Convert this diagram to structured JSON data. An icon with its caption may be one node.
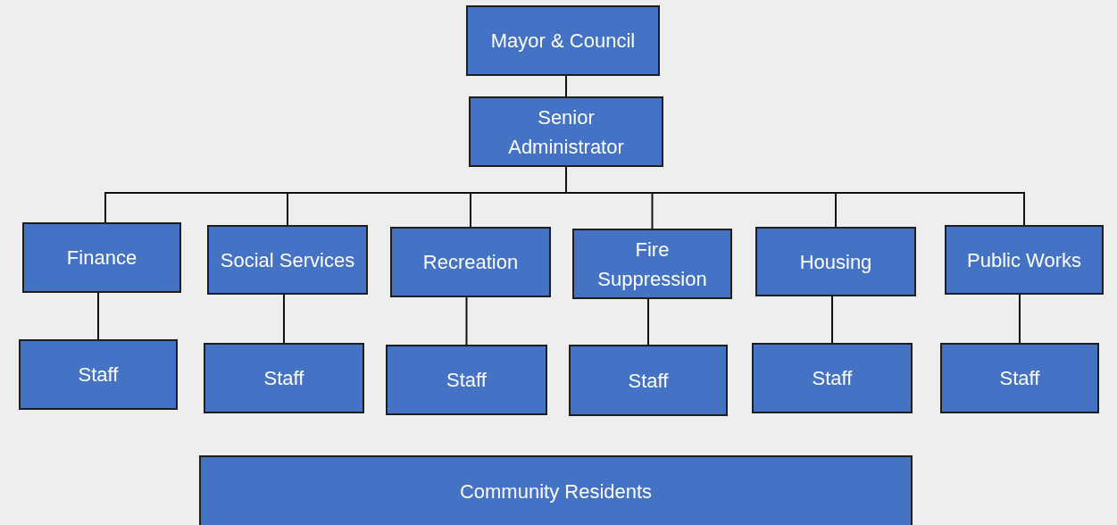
{
  "diagram": {
    "nodes": [
      {
        "text": [
          "Mayor & Council"
        ]
      },
      {
        "text": [
          "Senior Administrator"
        ]
      },
      {
        "text": [
          "Finance"
        ]
      },
      {
        "text": [
          "Social Services"
        ]
      },
      {
        "text": [
          "Recreation"
        ]
      },
      {
        "text": [
          "Fire Suppression"
        ]
      },
      {
        "text": [
          "Housing"
        ]
      },
      {
        "text": [
          "Public Works"
        ]
      },
      {
        "text": [
          "Staff"
        ]
      },
      {
        "text": [
          "Staff"
        ]
      },
      {
        "text": [
          "Staff"
        ]
      },
      {
        "text": [
          "Staff"
        ]
      },
      {
        "text": [
          "Staff"
        ]
      },
      {
        "text": [
          "Staff"
        ]
      },
      {
        "text": [
          "Community Residents"
        ]
      }
    ],
    "edges": [
      {
        "from": 0,
        "to": 1,
        "arrow": "none"
      },
      {
        "from": 1,
        "to": 2,
        "arrow": "none"
      },
      {
        "from": 1,
        "to": 3,
        "arrow": "none"
      },
      {
        "from": 1,
        "to": 4,
        "arrow": "none"
      },
      {
        "from": 1,
        "to": 5,
        "arrow": "none"
      },
      {
        "from": 1,
        "to": 6,
        "arrow": "none"
      },
      {
        "from": 1,
        "to": 7,
        "arrow": "none"
      },
      {
        "from": 2,
        "to": 8,
        "arrow": "none"
      },
      {
        "from": 3,
        "to": 9,
        "arrow": "none"
      },
      {
        "from": 4,
        "to": 10,
        "arrow": "none"
      },
      {
        "from": 5,
        "to": 11,
        "arrow": "none"
      },
      {
        "from": 6,
        "to": 12,
        "arrow": "none"
      },
      {
        "from": 7,
        "to": 13,
        "arrow": "none"
      }
    ]
  }
}
